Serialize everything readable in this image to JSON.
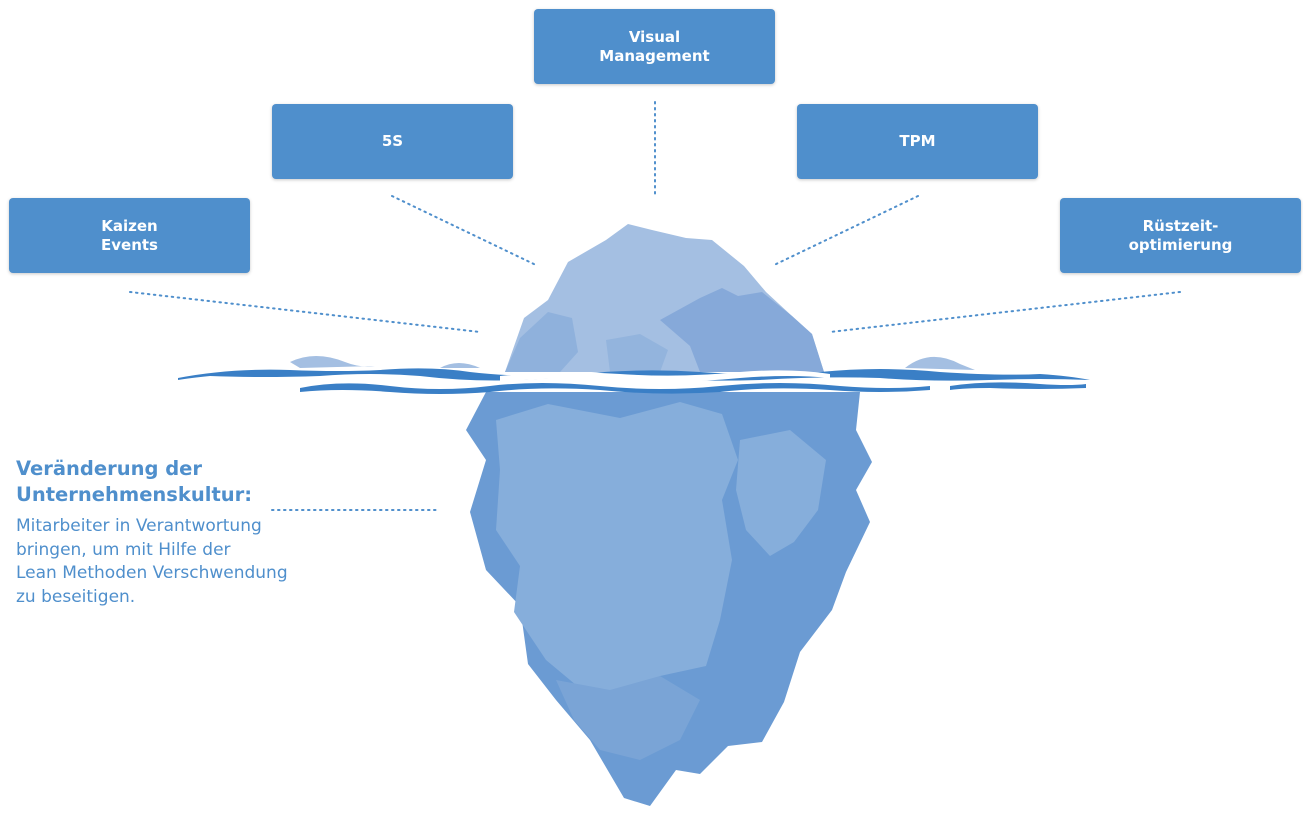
{
  "methods": {
    "visual_management": "Visual\nManagement",
    "five_s": "5S",
    "tpm": "TPM",
    "kaizen_events": "Kaizen\nEvents",
    "ruestzeit": "Rüstzeit-\noptimierung"
  },
  "culture": {
    "heading_line1": "Veränderung der",
    "heading_line2": "Unternehmenskultur:",
    "text_lines": [
      "Mitarbeiter in Verantwortung",
      "bringen, um mit Hilfe der",
      "Lean Methoden Verschwendung",
      "zu beseitigen."
    ]
  },
  "colors": {
    "box": "#4f8fcc",
    "text": "#4f8fcc",
    "iceberg_top_light": "#a4bfe2",
    "iceberg_top_dark": "#86a9d9",
    "iceberg_bottom_dark": "#6b9bd3",
    "iceberg_bottom_light": "#86aedb",
    "water": "#3a7fc6"
  }
}
